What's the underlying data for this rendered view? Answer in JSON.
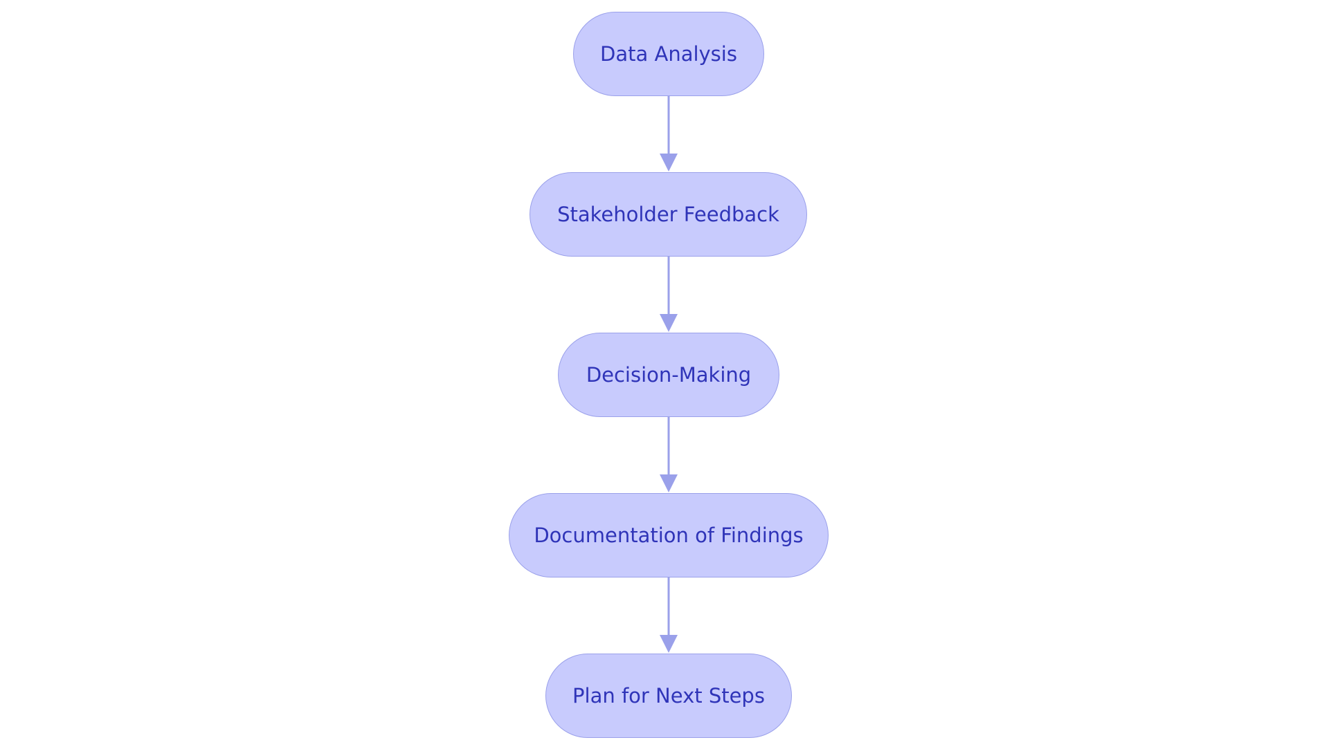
{
  "diagram": {
    "type": "flowchart",
    "direction": "top-to-bottom",
    "node_fill": "#c8cbfd",
    "node_border": "#9aa0ea",
    "text_color": "#2f34b8",
    "edge_color": "#9aa0ea",
    "nodes": [
      {
        "id": "data-analysis",
        "label": "Data Analysis"
      },
      {
        "id": "stakeholder-feedback",
        "label": "Stakeholder Feedback"
      },
      {
        "id": "decision-making",
        "label": "Decision-Making"
      },
      {
        "id": "documentation-of-findings",
        "label": "Documentation of Findings"
      },
      {
        "id": "plan-for-next-steps",
        "label": "Plan for Next Steps"
      }
    ],
    "edges": [
      {
        "from": "data-analysis",
        "to": "stakeholder-feedback"
      },
      {
        "from": "stakeholder-feedback",
        "to": "decision-making"
      },
      {
        "from": "decision-making",
        "to": "documentation-of-findings"
      },
      {
        "from": "documentation-of-findings",
        "to": "plan-for-next-steps"
      }
    ]
  }
}
